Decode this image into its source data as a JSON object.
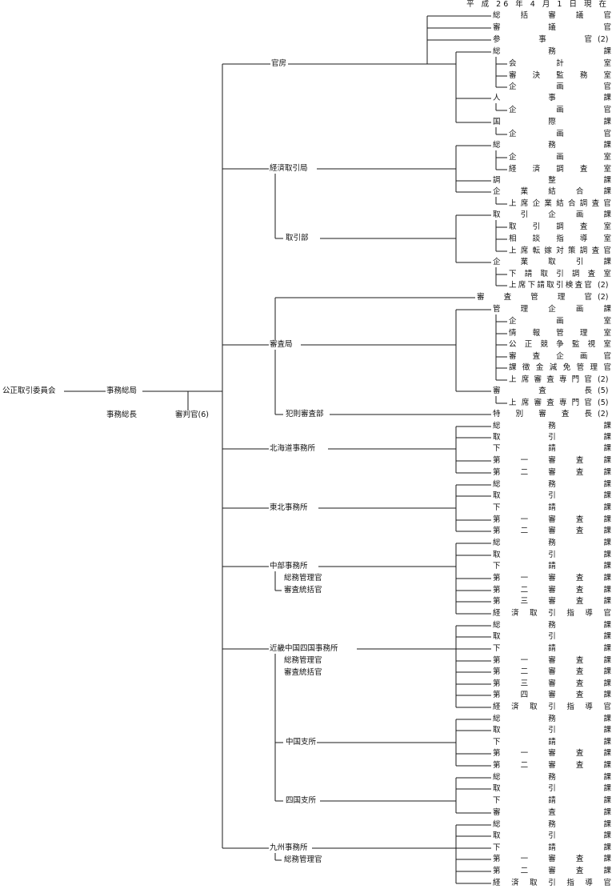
{
  "as_of_date": "平 成 26 年 4 月 1 日 現 在",
  "root": "公正取引委員会",
  "secretariat": "事務総局",
  "secretary_general": "事務総長",
  "hearing_examiner": "審判官(6)",
  "bureaus": {
    "kanbo": "官房",
    "keizai": "経済取引局",
    "torihiki_bu": "取引部",
    "shinsa": "審査局",
    "hansoku_bu": "犯則審査部",
    "hokkaido": "北海道事務所",
    "tohoku": "東北事務所",
    "chubu": "中部事務所",
    "chubu_sub1": "総務管理官",
    "chubu_sub2": "審査統括官",
    "kinki": "近畿中国四国事務所",
    "kinki_sub1": "総務管理官",
    "kinki_sub2": "審査統括官",
    "chugoku": "中国支所",
    "shikoku": "四国支所",
    "kyushu": "九州事務所",
    "kyushu_sub1": "総務管理官"
  },
  "leaves": [
    "総括審議官",
    "審議官",
    "参事官",
    "総務課",
    "会計室",
    "審決監務室",
    "企画官",
    "人事課",
    "企画官",
    "国際課",
    "企画官",
    "総務課",
    "企画室",
    "経済調査室",
    "調整課",
    "企業結合課",
    "上席企業結合調査官",
    "取引企画課",
    "取引調査室",
    "相談指導室",
    "上席転嫁対策調査官",
    "企業取引課",
    "下請取引調査室",
    "上席下請取引検査官",
    "審査管理官",
    "管理企画課",
    "企画室",
    "情報管理室",
    "公正競争監視室",
    "審査企画官",
    "課徴金減免管理官",
    "上席審査専門官",
    "審査長",
    "上席審査専門官",
    "特別審査長",
    "総務課",
    "取引課",
    "下請課",
    "第一審査課",
    "第二審査課",
    "総務課",
    "取引課",
    "下請課",
    "第一審査課",
    "第二審査課",
    "総務課",
    "取引課",
    "下請課",
    "第一審査課",
    "第二審査課",
    "第三審査課",
    "経済取引指導官",
    "総務課",
    "取引課",
    "下請課",
    "第一審査課",
    "第二審査課",
    "第三審査課",
    "第四審査課",
    "経済取引指導官",
    "総務課",
    "取引課",
    "下請課",
    "第一審査課",
    "第二審査課",
    "総務課",
    "取引課",
    "下請課",
    "審査課",
    "総務課",
    "取引課",
    "下請課",
    "第一審査課",
    "第二審査課",
    "経済取引指導官"
  ],
  "counts": [
    "(2)",
    "(2)",
    "(2)",
    "(5)",
    "(5)",
    "(2)"
  ]
}
